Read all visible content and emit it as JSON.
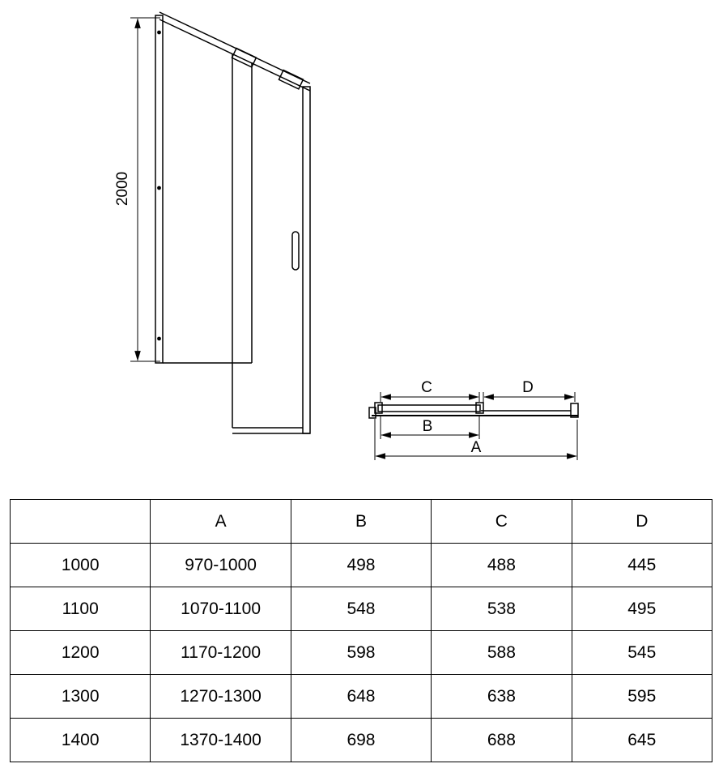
{
  "drawing": {
    "front_view": {
      "height_dim": "2000"
    },
    "plan_view": {
      "dim_a_label": "A",
      "dim_b_label": "B",
      "dim_c_label": "C",
      "dim_d_label": "D"
    }
  },
  "table": {
    "headers": [
      "",
      "A",
      "B",
      "C",
      "D"
    ],
    "rows": [
      [
        "1000",
        "970-1000",
        "498",
        "488",
        "445"
      ],
      [
        "1100",
        "1070-1100",
        "548",
        "538",
        "495"
      ],
      [
        "1200",
        "1170-1200",
        "598",
        "588",
        "545"
      ],
      [
        "1300",
        "1270-1300",
        "648",
        "638",
        "595"
      ],
      [
        "1400",
        "1370-1400",
        "698",
        "688",
        "645"
      ]
    ]
  },
  "colors": {
    "line": "#000000",
    "background": "#ffffff"
  }
}
